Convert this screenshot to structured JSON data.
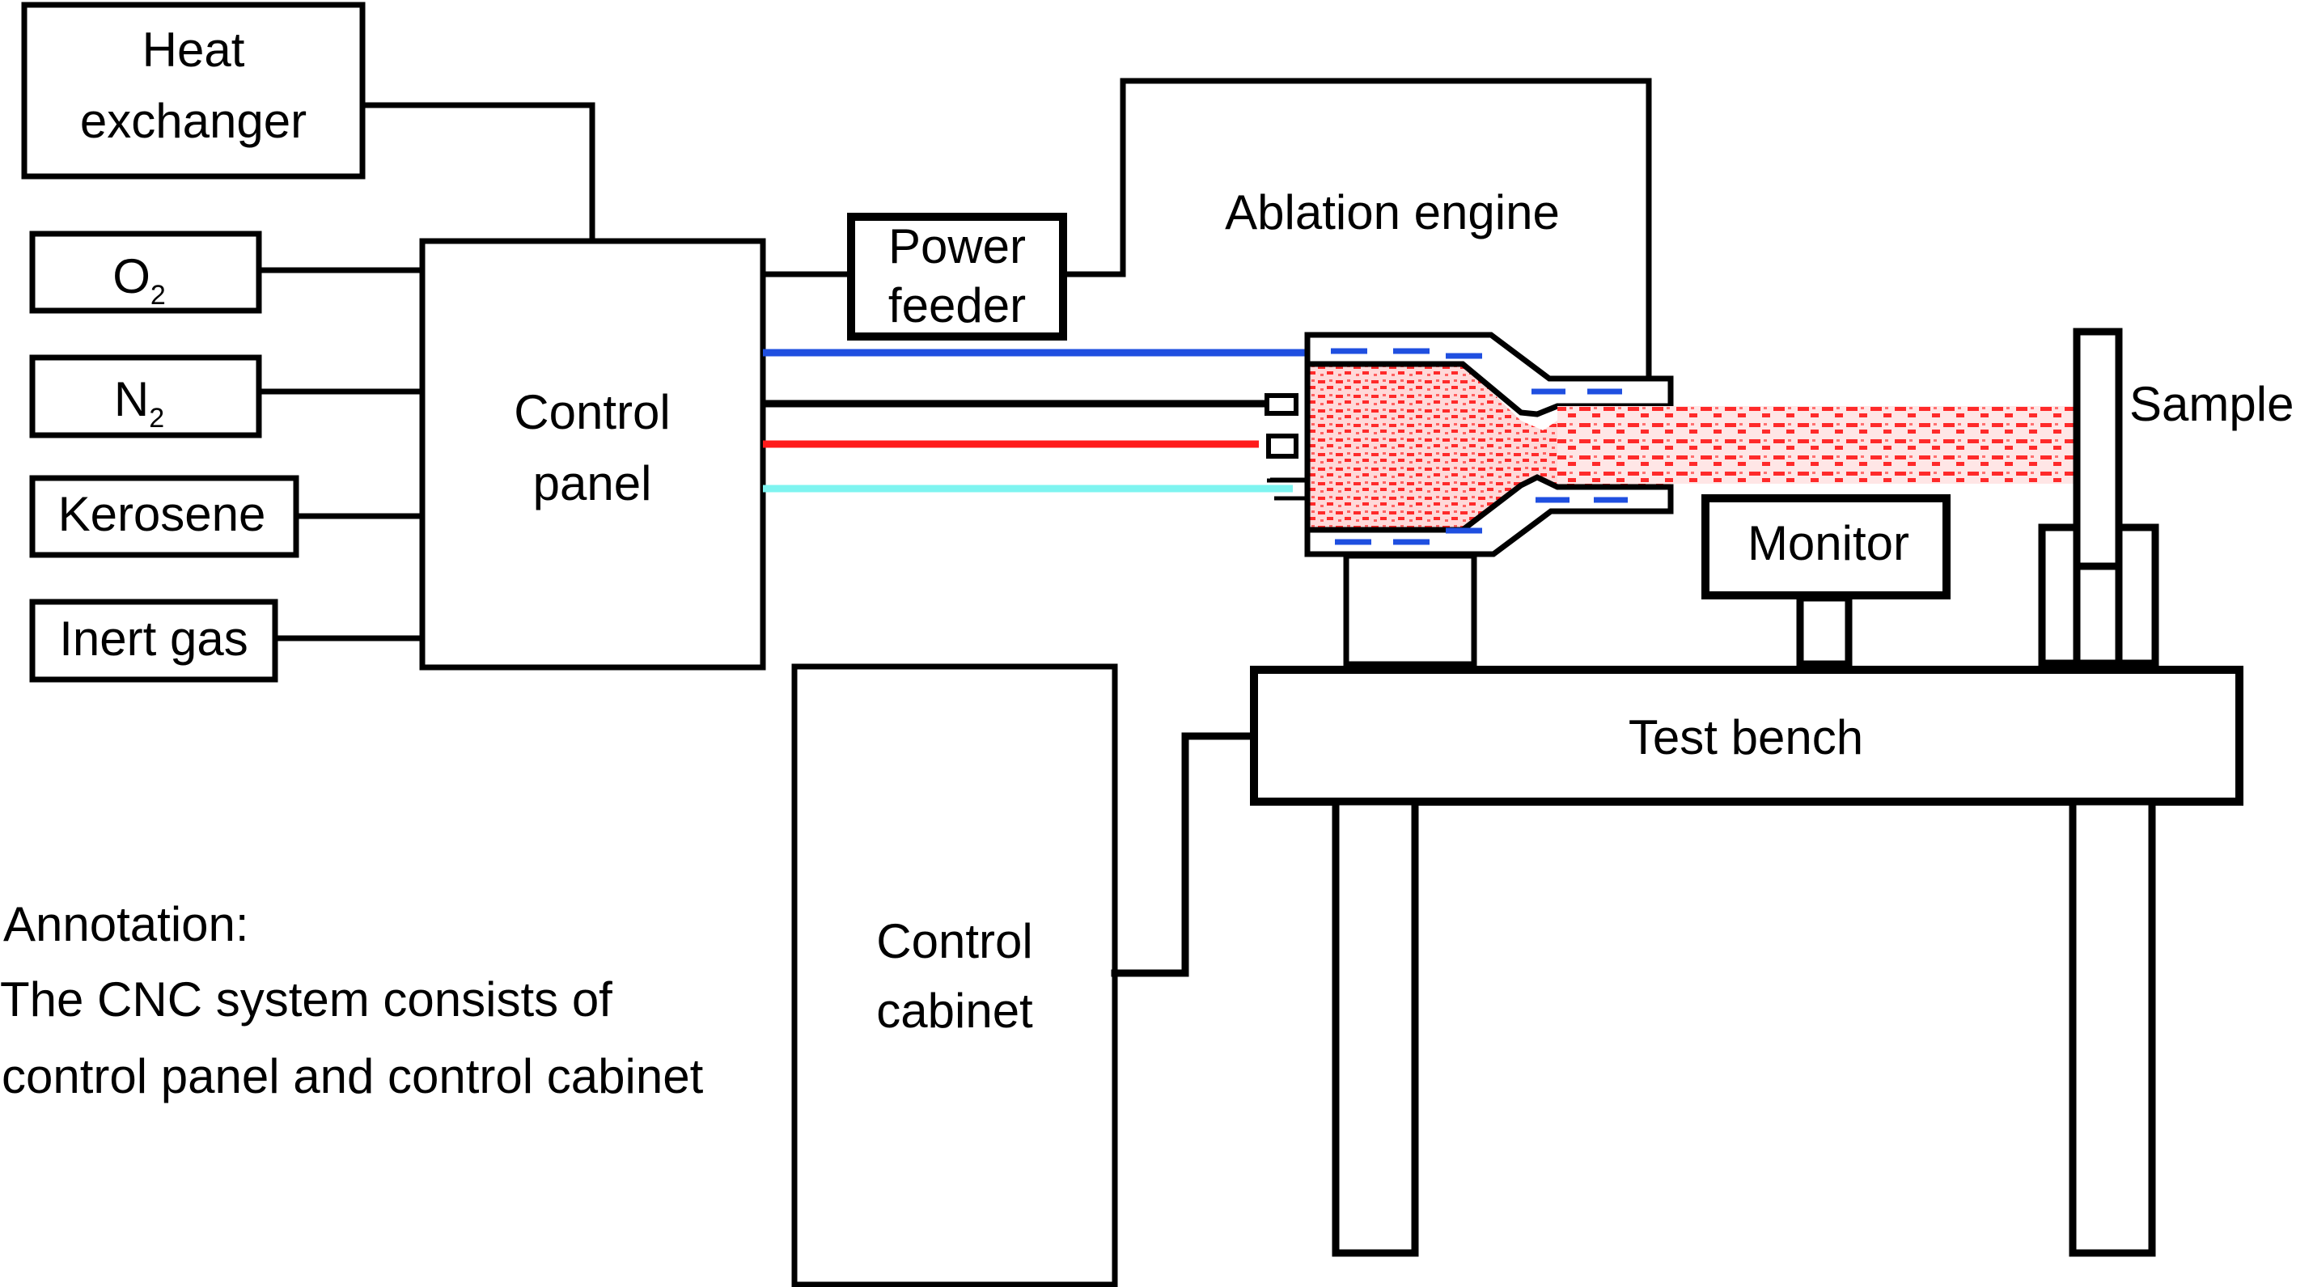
{
  "diagram": {
    "components": {
      "heat_exchanger": {
        "line1": "Heat",
        "line2": "exchanger"
      },
      "o2": {
        "base": "O",
        "subscript": "2"
      },
      "n2": {
        "base": "N",
        "subscript": "2"
      },
      "kerosene": "Kerosene",
      "inert_gas": "Inert gas",
      "control_panel": {
        "line1": "Control",
        "line2": "panel"
      },
      "power_feeder": {
        "line1": "Power",
        "line2": "feeder"
      },
      "ablation_engine": "Ablation engine",
      "sample": "Sample",
      "monitor": "Monitor",
      "test_bench": "Test bench",
      "control_cabinet": {
        "line1": "Control",
        "line2": "cabinet"
      }
    },
    "annotation": {
      "title": "Annotation:",
      "line1": "The CNC system consists of",
      "line2": "control panel and control cabinet"
    },
    "feed_lines": [
      {
        "name": "coolant-line",
        "color": "#1f4fe0"
      },
      {
        "name": "black-feed-line",
        "color": "#000000"
      },
      {
        "name": "red-feed-line",
        "color": "#ff1a1a"
      },
      {
        "name": "cyan-feed-line",
        "color": "#7ef4f0"
      }
    ],
    "colors": {
      "plume": "#ff2a2a",
      "coolant_dash": "#1f4fe0",
      "outline": "#000000"
    }
  }
}
